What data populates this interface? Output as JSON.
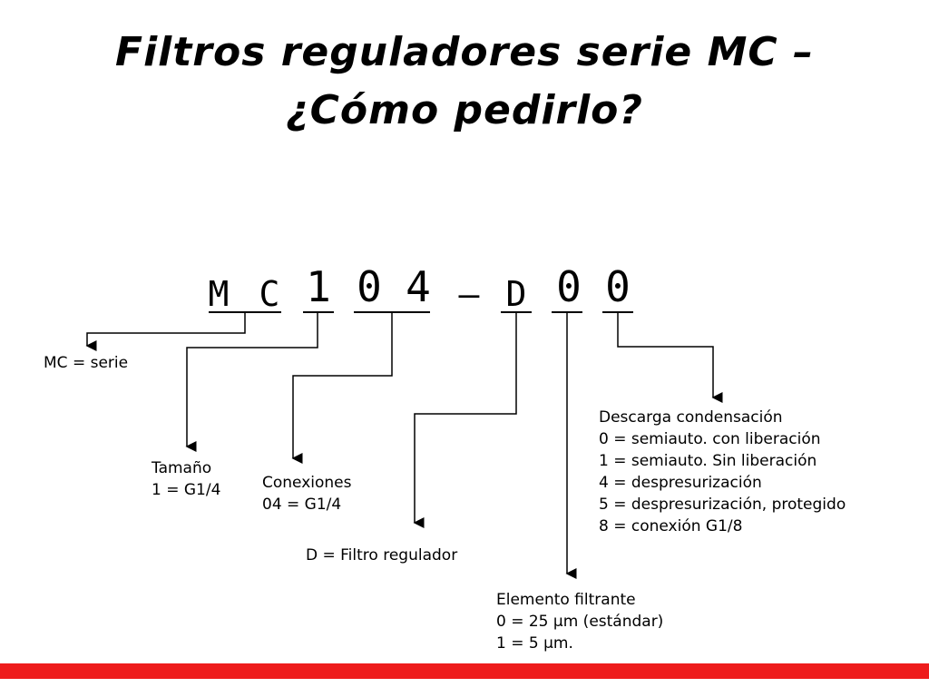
{
  "title": {
    "line1": "Filtros reguladores serie MC –",
    "line2": "¿Cómo pedirlo?"
  },
  "code": {
    "c1": "M",
    "c2": "C",
    "c3": "1",
    "c4": "0",
    "c5": "4",
    "dash": "–",
    "c6": "D",
    "c7": "0",
    "c8": "0"
  },
  "labels": {
    "serie": "MC = serie",
    "tamano_title": "Tamaño",
    "tamano_value": "1 = G1/4",
    "conexiones_title": "Conexiones",
    "conexiones_value": "04 = G1/4",
    "filtro": "D = Filtro regulador",
    "elemento_title": "Elemento filtrante",
    "elemento_0": "0 = 25 µm (estándar)",
    "elemento_1": "1 = 5 µm.",
    "descarga_title": "Descarga condensación",
    "descarga_0": "0 = semiauto. con liberación",
    "descarga_1": "1 = semiauto. Sin liberación",
    "descarga_4": "4 = despresurización",
    "descarga_5": "5 = despresurización, protegido",
    "descarga_8": "8 = conexión G1/8"
  },
  "colors": {
    "bar": "#ee1c1c",
    "line": "#000000"
  }
}
